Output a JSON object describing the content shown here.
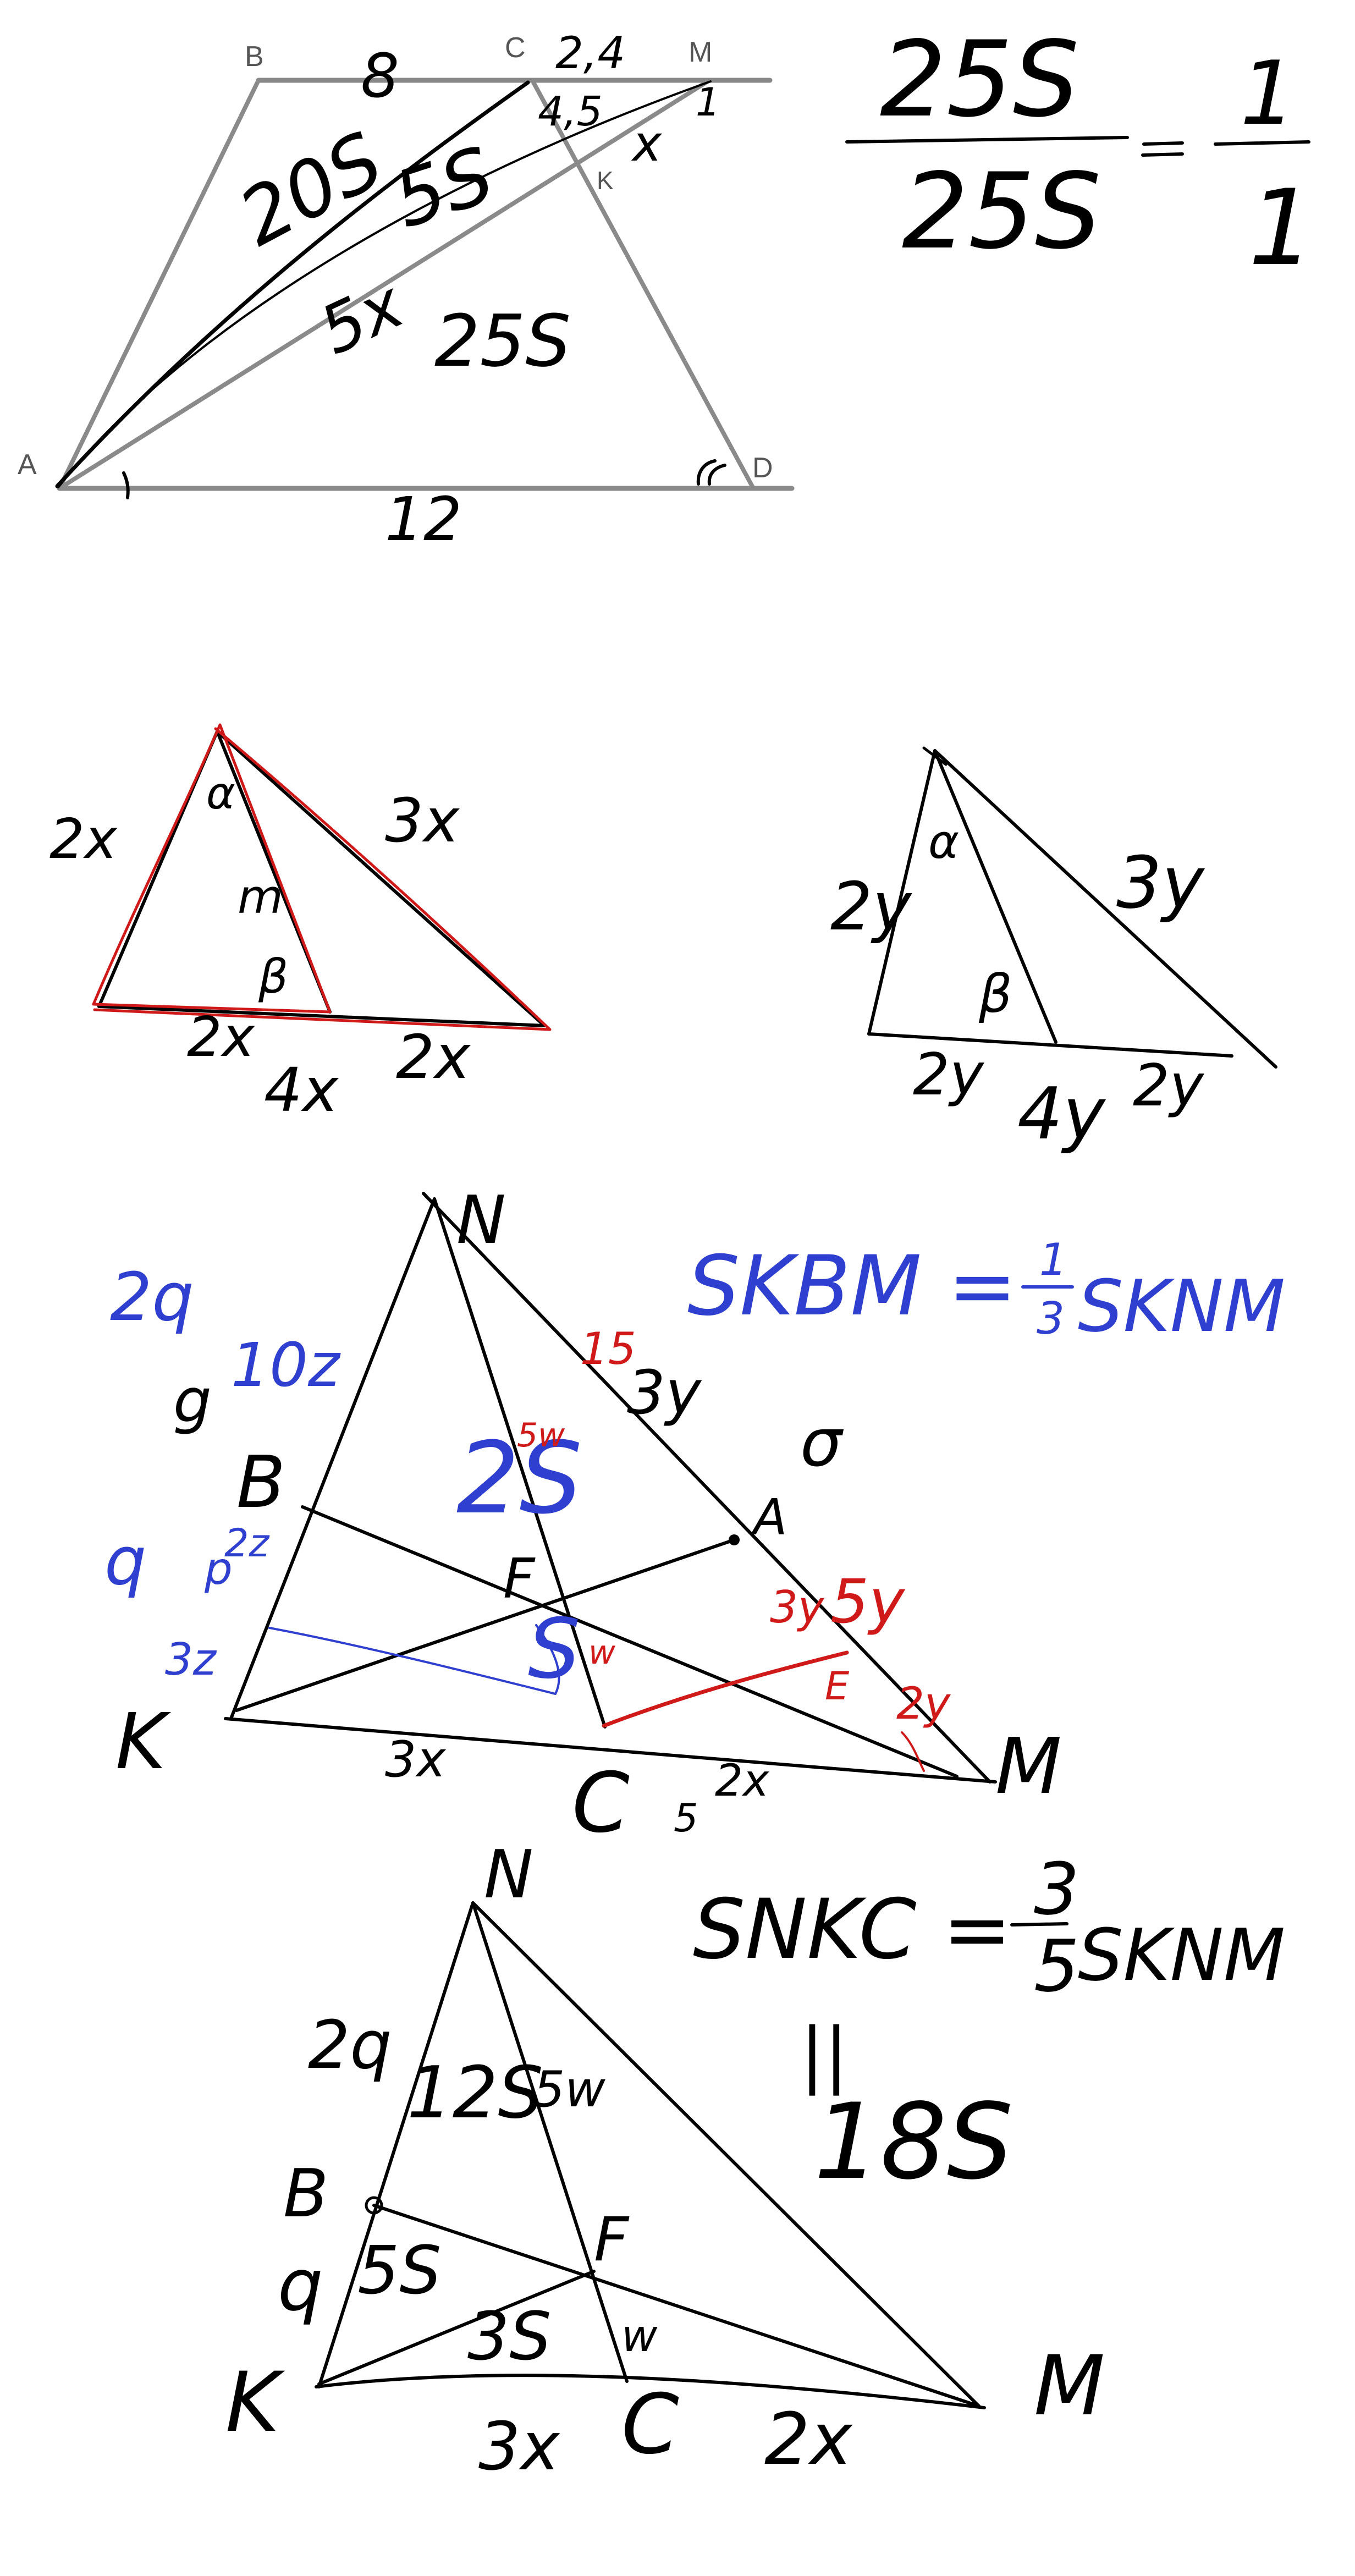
{
  "colors": {
    "ink": "#000000",
    "printed": "#8a8a8a",
    "red": "#d01a1a",
    "blue": "#2f3fcf"
  },
  "trapezoid": {
    "vertices": {
      "b": "B",
      "c": "C",
      "m": "M",
      "k": "K",
      "a": "A",
      "d": "D"
    },
    "labels": {
      "bc": "8",
      "cm": "2,4",
      "ad": "12",
      "area1": "20S",
      "area2": "5S",
      "area3": "25S",
      "seg_5x": "5x",
      "seg_x": "x",
      "small_45": "4,5",
      "small_1": "1"
    },
    "fraction": {
      "numerator": "25S",
      "denominator": "25S",
      "rhs_num": "1",
      "rhs_den": "1"
    }
  },
  "triangle_x": {
    "left": "2x",
    "right": "3x",
    "alpha": "α",
    "beta": "β",
    "m": "m",
    "base_left": "2x",
    "base_mid": "4x",
    "base_right": "2x"
  },
  "triangle_y": {
    "left": "2y",
    "right": "3y",
    "alpha": "α",
    "beta": "β",
    "base_left": "2y",
    "base_mid": "4y",
    "base_right": "2y"
  },
  "triangle_knm": {
    "vertices": {
      "n": "N",
      "k": "K",
      "m": "M",
      "b": "B",
      "a": "A",
      "f": "F",
      "c": "C",
      "e": "E"
    },
    "formula": "SKBM = ",
    "formula_frac": {
      "num": "1",
      "den": "3"
    },
    "formula_tail": "SKNM",
    "labels": {
      "kc": "3x",
      "cm": "2x",
      "c5": "5",
      "ny": "3y",
      "n15": "15",
      "sigma": "σ",
      "ay": "3y",
      "a5y": "5y",
      "my": "2y",
      "b2q": "2q",
      "b10z": "10z",
      "bg": "g",
      "kq": "q",
      "kp": "p",
      "k2z": "2z",
      "k3z": "3z",
      "area25": "2S",
      "w5": "5w",
      "sw": "S",
      "w": "w"
    }
  },
  "triangle_bottom": {
    "vertices": {
      "n": "N",
      "k": "K",
      "m": "M",
      "b": "B",
      "f": "F",
      "c": "C"
    },
    "formula": "SNKC = ",
    "formula_frac": {
      "num": "3",
      "den": "5"
    },
    "formula_tail": "SKNM",
    "equals_sign": "||",
    "equals_value": "18S",
    "labels": {
      "nb": "2q",
      "bk": "q",
      "area12s": "12S",
      "area5s": "5S",
      "area3s": "3S",
      "w5": "5w",
      "w": "w",
      "kc": "3x",
      "cm": "2x"
    }
  }
}
